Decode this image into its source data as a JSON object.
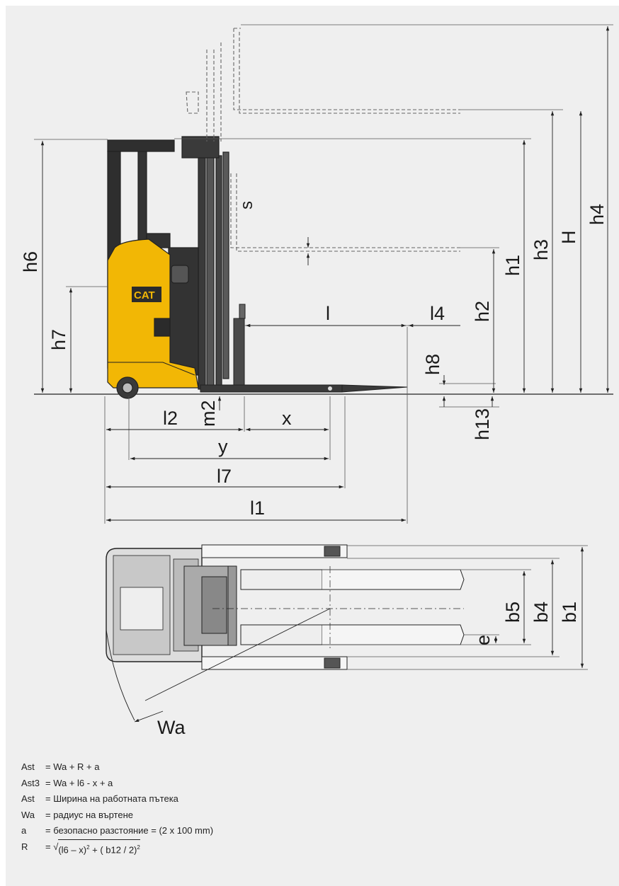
{
  "top_labels": {
    "h6": "h6",
    "h7": "h7",
    "s": "s",
    "l": "l",
    "l4": "l4",
    "h8": "h8",
    "h2": "h2",
    "h1": "h1",
    "h3": "h3",
    "H": "H",
    "h4": "h4",
    "h13": "h13",
    "m2": "m2",
    "l2": "l2",
    "x": "x",
    "y": "y",
    "l7": "l7",
    "l1": "l1"
  },
  "brand": "CAT",
  "plan_labels": {
    "Wa": "Wa",
    "e": "e",
    "b5": "b5",
    "b4": "b4",
    "b1": "b1"
  },
  "notes": [
    {
      "key": "Ast",
      "text": "= Wa + R + a"
    },
    {
      "key": "Ast3",
      "text": "= Wa + l6 - x + a"
    },
    {
      "key": "Ast",
      "text": "= Ширина на работната пътека"
    },
    {
      "key": "Wa",
      "text": "= радиус на въртене"
    },
    {
      "key": "a",
      "text": "= безопасно разстояние = (2 x 100 mm)"
    }
  ],
  "formula_R": {
    "key": "R",
    "prefix": "= √",
    "term1": "(l6 – x)",
    "exp1": "2",
    "plus": " + ",
    "term2": "( b12 / 2)",
    "exp2": "2"
  }
}
